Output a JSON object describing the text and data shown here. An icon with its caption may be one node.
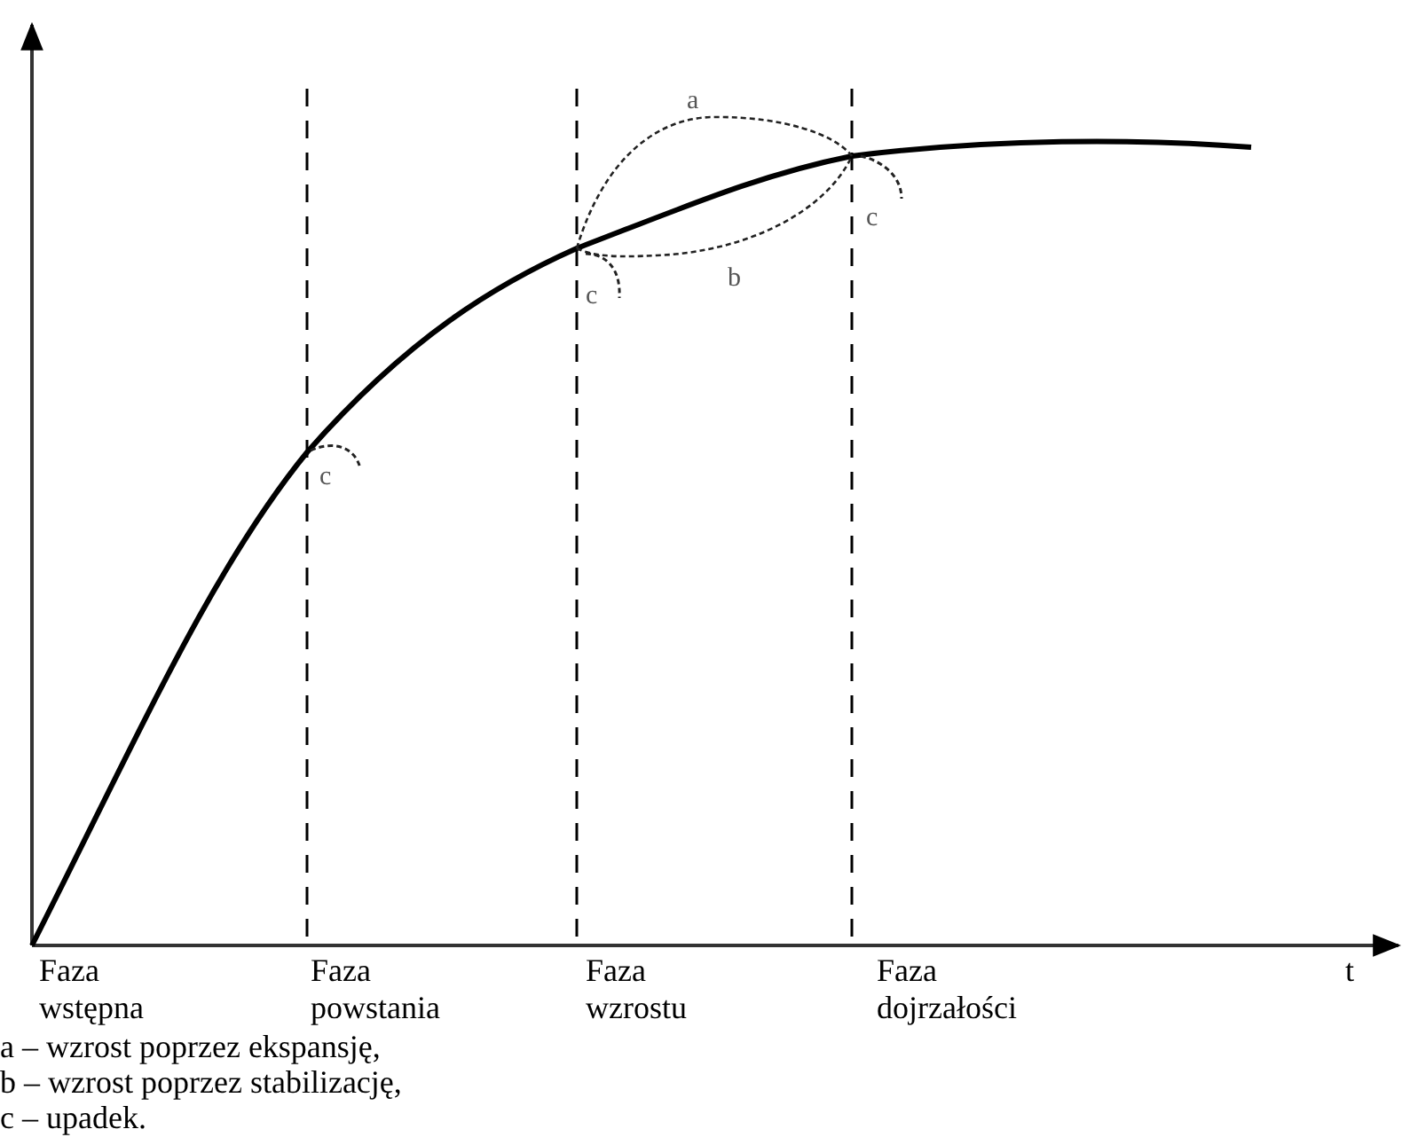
{
  "diagram": {
    "labels": [
      "a",
      "c",
      "b",
      "c",
      "c",
      "Faza wstępna",
      "Faza powstania",
      "Faza wzrostu",
      "Faza dojrzałości",
      "t",
      "a – wzrost poprzez ekspansję,",
      "b – wzrost poprzez stabilizację,",
      "c – upadek."
    ]
  }
}
